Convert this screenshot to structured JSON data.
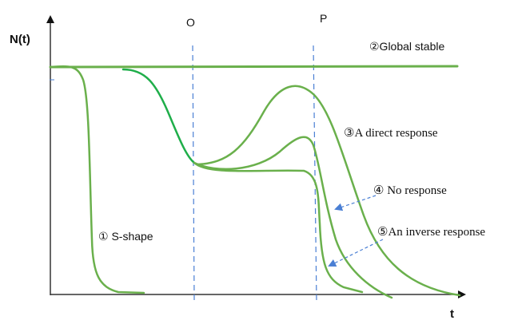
{
  "axes": {
    "y_label": "N(t)",
    "x_label": "t"
  },
  "markers": {
    "o_label": "O",
    "p_label": "P"
  },
  "curves": [
    {
      "id": "s-shape",
      "label": "① S-shape"
    },
    {
      "id": "global-stable",
      "label": "②Global stable"
    },
    {
      "id": "direct-response",
      "label": "③A direct response"
    },
    {
      "id": "no-response",
      "label": "④  No response"
    },
    {
      "id": "inverse-response",
      "label": "⑤An inverse response"
    }
  ],
  "colors": {
    "curve": "#6ab04c",
    "curve_dark": "#1fae4a",
    "guide": "#4a7fd4",
    "axis": "#333333"
  }
}
